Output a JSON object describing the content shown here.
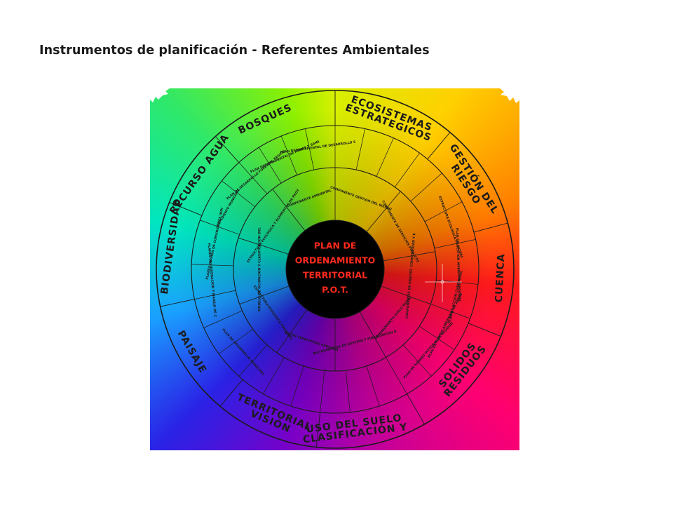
{
  "title": "Instrumentos de planificación - Referentes Ambientales",
  "wheel": {
    "center": [
      "PLAN DE",
      "ORDENAMIENTO",
      "TERRITORIAL",
      "P.O.T."
    ],
    "outer": [
      {
        "label": "BOSQUES",
        "a": 335
      },
      {
        "label": "ECOSISTEMAS",
        "a": 20
      },
      {
        "label": "ESTRATEGICOS",
        "a": 20
      },
      {
        "label": "GESTIÓN DEL",
        "a": 57
      },
      {
        "label": "RIESGO",
        "a": 57
      },
      {
        "label": "CUENCA",
        "a": 93
      },
      {
        "label": "RESIDUOS",
        "a": 128
      },
      {
        "label": "SOLIDOS",
        "a": 128
      },
      {
        "label": "CLASIFICACIÓN Y",
        "a": 173
      },
      {
        "label": "USO DEL SUELO",
        "a": 173
      },
      {
        "label": "VISIÓN",
        "a": 203
      },
      {
        "label": "TERRITORIAL",
        "a": 203
      },
      {
        "label": "PAISAJE",
        "a": 240
      },
      {
        "label": "BIODIVERSIDAD",
        "a": 278
      },
      {
        "label": "RECURSO AGUA",
        "a": 305
      }
    ],
    "inner_ring": [
      {
        "label": "COMPONENTE AMBIENTAL",
        "a": 340
      },
      {
        "label": "COMPONENTE GESTION DEL RIESGO",
        "a": 20
      },
      {
        "label": "COMPONENTE DE SERVICIOS PUBLICOS",
        "a": 60
      },
      {
        "label": "COMPONENTES DE HABITAT, CONECTIVIDAD Y ESPACIO PUBLICO Y EQUIPAMIENTO COLECTIVO",
        "a": 95
      },
      {
        "label": "ORDENAMIENTO SUELO RURAL",
        "a": 130
      },
      {
        "label": "INSTRUMENTOS DE GESTIÓN Y FINANCIACIÓN DE EJECUCIÓN",
        "a": 165
      },
      {
        "label": "VISIÓN TERRITORIAL REGIONAL",
        "a": 198
      },
      {
        "label": "ESTRUCTURA ECOLOGICA PRINCIPAL",
        "a": 235
      },
      {
        "label": "MODELO DE OCUPACIÓN Y CLASIFICACIÓN DEL SUELO",
        "a": 270
      },
      {
        "label": "ESTRUCTURA ECOLOGICA Y ELEMENTOS DE PROTECCIÓN AMBIENTAL",
        "a": 305
      }
    ],
    "middle_ring": [
      {
        "label": "ESTRUCTURA ECOLOGICA PRINCIPAL",
        "a": 70
      },
      {
        "label": "PLAN DE GESTIÓN AMBIENTAL REGIONAL",
        "a": 88
      },
      {
        "label": "PLAN DE ACCIÓN CUATRIENAL",
        "a": 103
      },
      {
        "label": "PLAN DE MANEJO AMBIENTAL DE AREAS PROTEGIDAS",
        "a": 117
      },
      {
        "label": "PLAN DE MANEJO INTEGRAL DE RESIDUOS",
        "a": 131
      },
      {
        "label": "EXPEDIENTE MUNICIPAL",
        "a": 300
      },
      {
        "label": "PLANES DE VIDA DE COMUNIDADES INDIGENAS",
        "a": 282
      },
      {
        "label": "PLAN DE DESARROLLO MUNICIPAL",
        "a": 228
      },
      {
        "label": "PLANES DE ORDENACIÓN Y MANEJO DE CUENCAS HIDROGRAFICAS",
        "a": 265
      },
      {
        "label": "PLAN DE DESARROLLO FORESTAL REGIONAL",
        "a": 320
      },
      {
        "label": "PLAN DEPARTAMENTAL DE AGUAS Y SANEAMIENTO",
        "a": 336
      },
      {
        "label": "PLAN DEPARTAMENTAL DE DESARROLLO SOSTENIBLE",
        "a": 352
      }
    ]
  },
  "colors": {
    "center_text": "#ff2a1e",
    "title_text": "#1a1a1a",
    "wheel_lines": "#1b1b1b"
  }
}
